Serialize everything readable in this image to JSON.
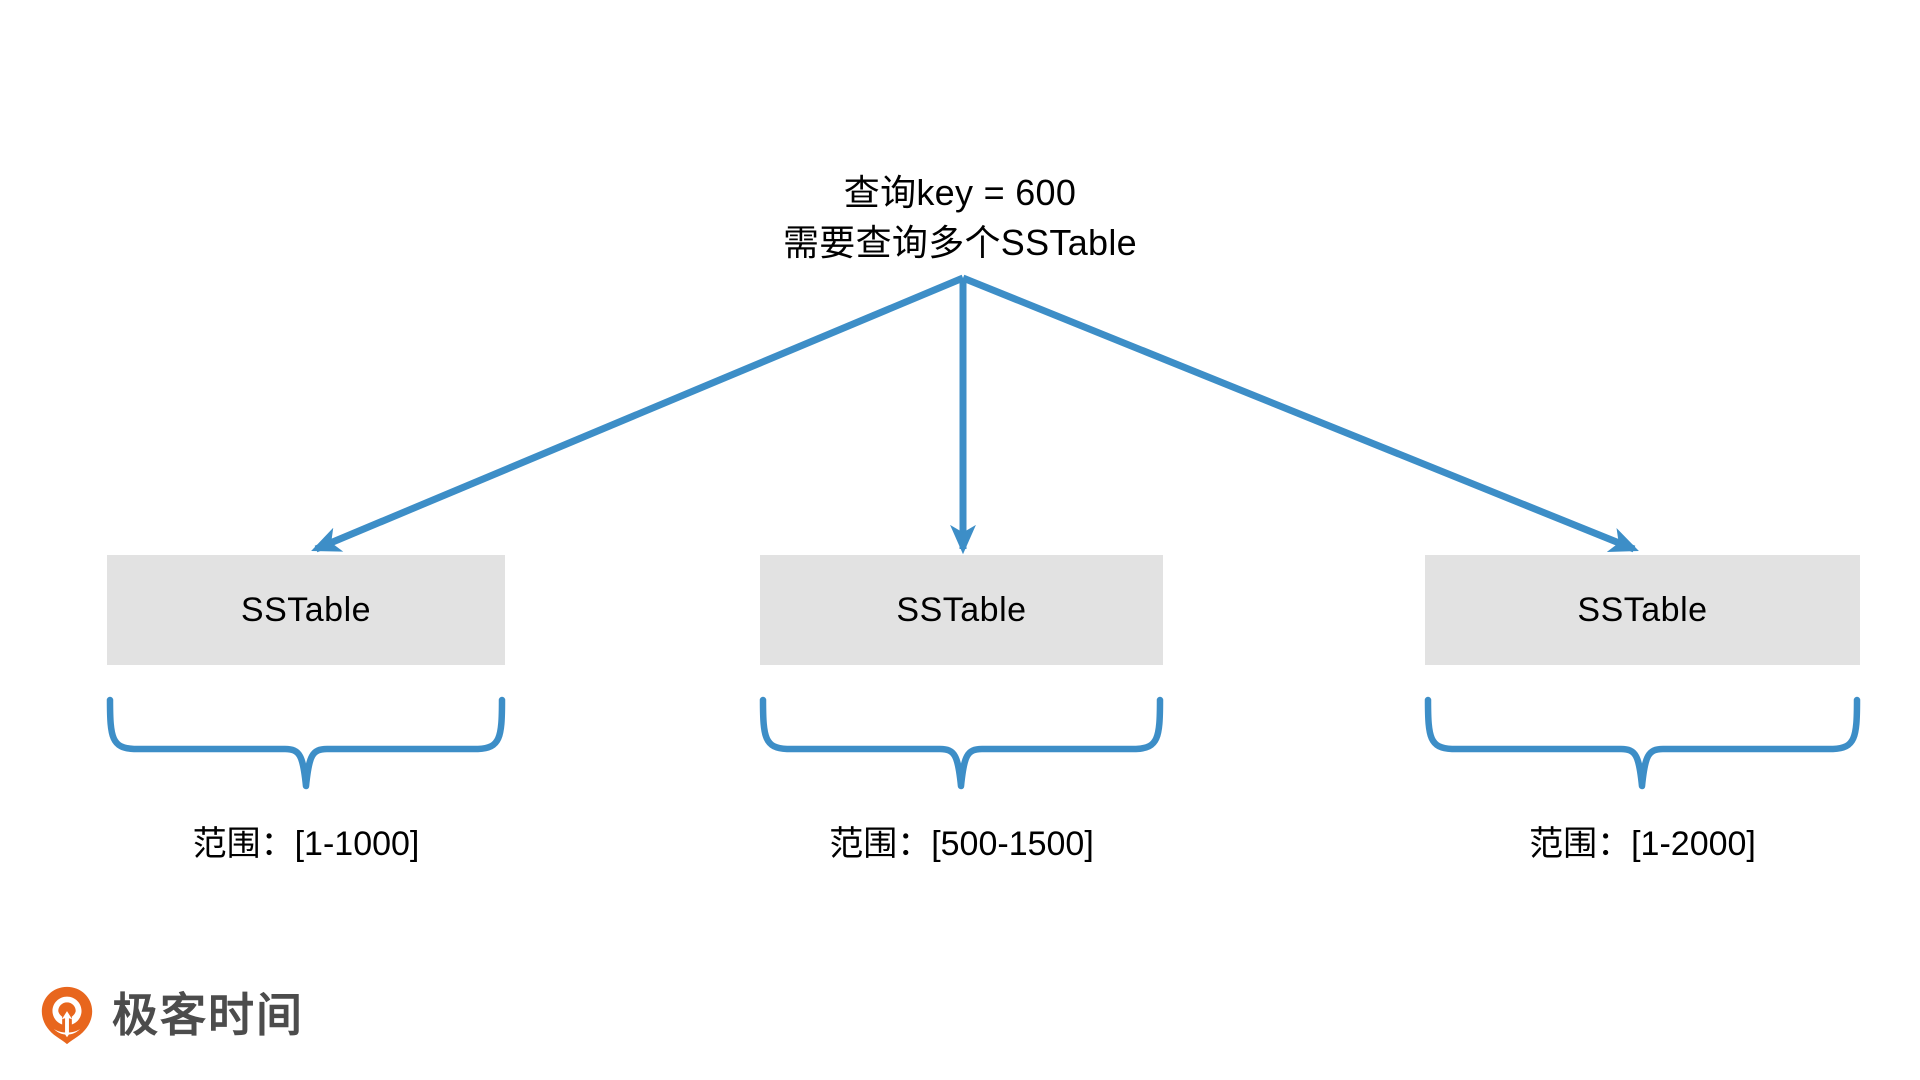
{
  "diagram": {
    "query_caption": {
      "line1": "查询key = 600",
      "line2": "需要查询多个SSTable"
    },
    "accent_color": "#3d8ec7",
    "box_fill_color": "#e2e2e2",
    "text_color": "#000000",
    "sstables": [
      {
        "label": "SSTable",
        "range_label": "范围：[1-1000]"
      },
      {
        "label": "SSTable",
        "range_label": "范围：[500-1500]"
      },
      {
        "label": "SSTable",
        "range_label": "范围：[1-2000]"
      }
    ]
  },
  "logo": {
    "text": "极客时间",
    "mark_color": "#e8661d",
    "text_color": "#4c4c4c"
  }
}
